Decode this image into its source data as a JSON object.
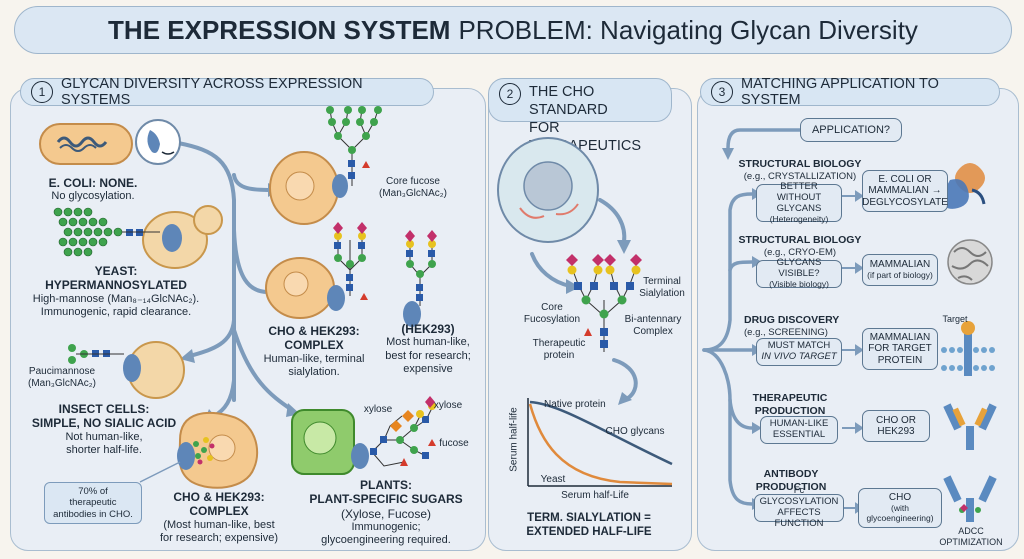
{
  "title": {
    "bold": "THE EXPRESSION SYSTEM",
    "rest": "PROBLEM: Navigating Glycan Diversity"
  },
  "panel1": {
    "number": "1",
    "heading": "GLYCAN DIVERSITY ACROSS EXPRESSION SYSTEMS",
    "ecoli": {
      "name": "E. COLI: NONE.",
      "desc": "No glycosylation."
    },
    "yeast": {
      "name": "YEAST:",
      "name2": "HYPERMANNOSYLATED",
      "desc1": "High-mannose (Man₈₋₁₄GlcNAc₂).",
      "desc2": "Immunogenic, rapid clearance."
    },
    "insect": {
      "glycan": "Paucimannose",
      "glycan2": "(Man₃GlcNAc₂)",
      "name": "INSECT CELLS:",
      "name2": "SIMPLE, NO SIALIC ACID",
      "desc1": "Not human-like,",
      "desc2": "shorter half-life."
    },
    "core_fucose": {
      "l1": "Core fucose",
      "l2": "(Man₃GlcNAc₂)"
    },
    "cho_complex": {
      "name": "CHO & HEK293:",
      "name2": "COMPLEX",
      "desc1": "Human-like, terminal",
      "desc2": "sialylation."
    },
    "hek": {
      "name": "(HEK293)",
      "desc1": "Most human-like,",
      "desc2": "best for research;",
      "desc3": "expensive"
    },
    "stat": {
      "l1": "70% of",
      "l2": "therapeutic",
      "l3": "antibodies in CHO."
    },
    "cho_bottom": {
      "name": "CHO & HEK293:",
      "name2": "COMPLEX",
      "desc1": "(Most human-like, best",
      "desc2": "for research; expensive)"
    },
    "plants": {
      "xylose_a": "xylose",
      "xylose_b": "xylose",
      "fucose": "fucose",
      "name": "PLANTS:",
      "name2": "PLANT-SPECIFIC SUGARS",
      "name3": "(Xylose, Fucose)",
      "desc1": "Immunogenic;",
      "desc2": "glycoengineering required."
    }
  },
  "panel2": {
    "number": "2",
    "heading1": "THE CHO STANDARD",
    "heading2": "FOR THERAPEUTICS",
    "terminal": {
      "l1": "Terminal",
      "l2": "Sialylation"
    },
    "core": {
      "l1": "Core",
      "l2": "Fucosylation"
    },
    "bi": {
      "l1": "Bi-antennary",
      "l2": "Complex"
    },
    "protein": {
      "l1": "Therapeutic",
      "l2": "protein"
    },
    "chart": {
      "ylabel": "Serum half-life",
      "xlabel": "Serum half-Life",
      "native": "Native protein",
      "cho": "CHO glycans",
      "yeast": "Yeast"
    },
    "conclusion1": "TERM. SIALYLATION =",
    "conclusion2": "EXTENDED HALF-LIFE"
  },
  "panel3": {
    "number": "3",
    "heading": "MATCHING APPLICATION TO SYSTEM",
    "application": "APPLICATION?",
    "rows": [
      {
        "title": "STRUCTURAL BIOLOGY",
        "sub": "(e.g., CRYSTALLIZATION)",
        "crit1": "BETTER WITHOUT",
        "crit2": "GLYCANS",
        "crit3": "(Heterogeneity)",
        "res1": "E. COLI OR",
        "res2": "MAMMALIAN →",
        "res3": "DEGLYCOSYLATE"
      },
      {
        "title": "STRUCTURAL BIOLOGY",
        "sub": "(e.g., CRYO-EM)",
        "crit1": "GLYCANS VISIBLE?",
        "crit2": "(Visible biology)",
        "res1": "MAMMALIAN",
        "res2": "(if part of biology)"
      },
      {
        "title": "DRUG DISCOVERY",
        "sub": "(e.g., SCREENING)",
        "crit1": "MUST MATCH",
        "crit2": "IN VIVO TARGET",
        "res1": "MAMMALIAN",
        "res2": "FOR TARGET",
        "res3": "PROTEIN",
        "target": "Target"
      },
      {
        "title": "THERAPEUTIC",
        "title2": "PRODUCTION",
        "crit1": "HUMAN-LIKE",
        "crit2": "ESSENTIAL",
        "res1": "CHO OR",
        "res2": "HEK293"
      },
      {
        "title": "ANTIBODY",
        "title2": "PRODUCTION",
        "crit1": "Fc GLYCOSYLATION",
        "crit2": "AFFECTS FUNCTION",
        "res1": "CHO",
        "res2": "(with",
        "res3": "glycoengineering)",
        "adcc1": "ADCC",
        "adcc2": "OPTIMIZATION"
      }
    ]
  },
  "colors": {
    "sialic": "#c2306a",
    "galactose": "#e7c21f",
    "mannose": "#3fa34d",
    "glcnac": "#2a5aa8",
    "fucose": "#d43b2c",
    "xylose": "#e7851f",
    "protein": "#5e86b8"
  }
}
